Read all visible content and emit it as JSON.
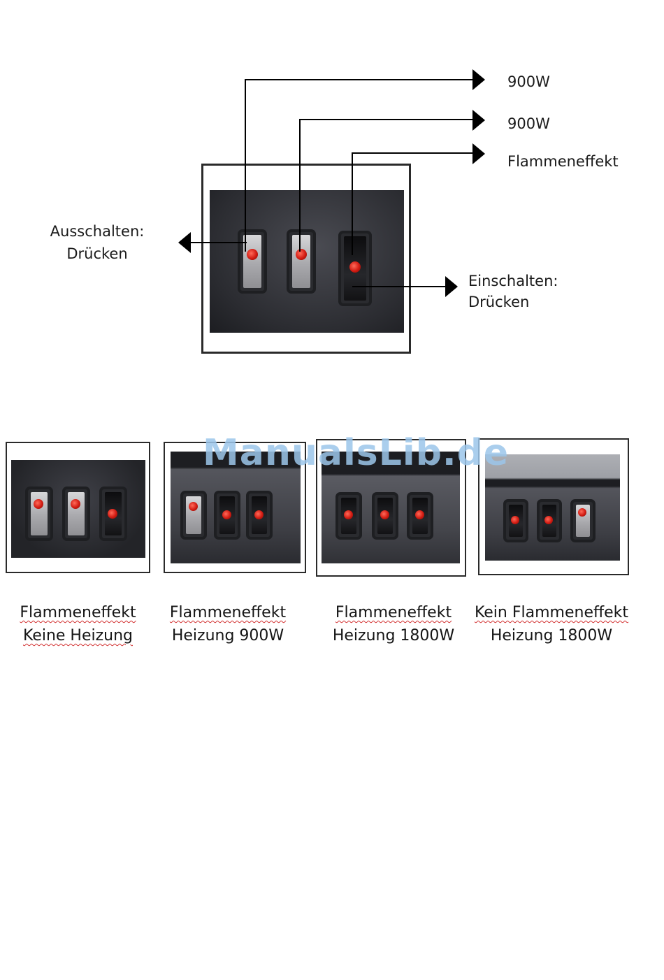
{
  "diagram": {
    "labels": {
      "heater_1": "900W",
      "heater_2": "900W",
      "flame": "Flammeneffekt",
      "off_line1": "Ausschalten:",
      "off_line2": "Drücken",
      "on_line1": "Einschalten:",
      "on_line2": "Drücken"
    }
  },
  "watermark": "ManualsLib.de",
  "states": [
    {
      "line1": "Flammeneffekt",
      "line2": "Keine Heizung"
    },
    {
      "line1": "Flammeneffekt",
      "line2": "Heizung 900W"
    },
    {
      "line1": "Flammeneffekt",
      "line2": "Heizung 1800W"
    },
    {
      "line1": "Kein Flammeneffekt",
      "line2": "Heizung 1800W"
    }
  ],
  "colors": {
    "led": "#d21b12",
    "panel": "#2d2e33",
    "arrow": "#000000"
  }
}
